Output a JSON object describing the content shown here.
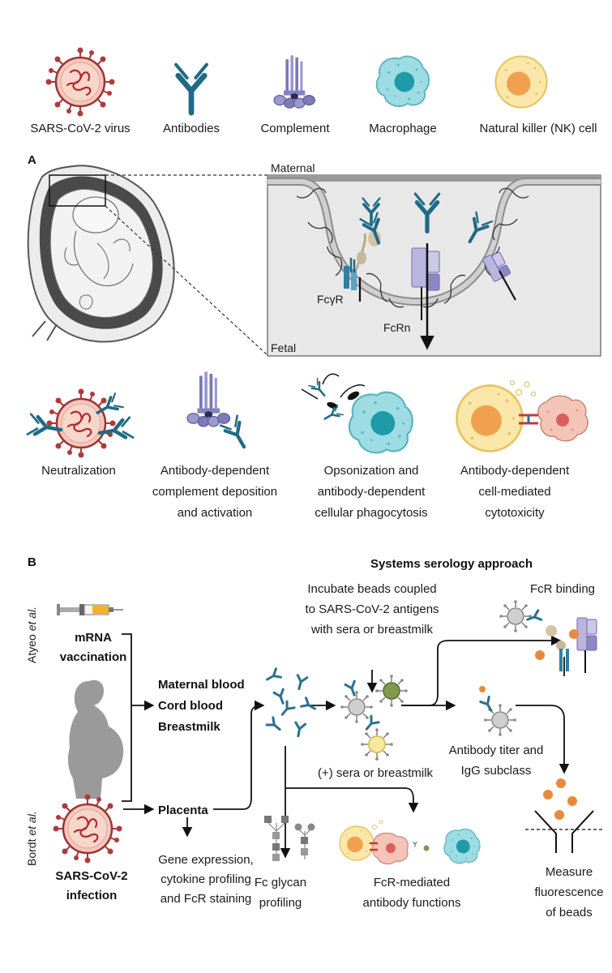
{
  "legend": {
    "virus": "SARS-CoV-2 virus",
    "antibodies": "Antibodies",
    "complement": "Complement",
    "macrophage": "Macrophage",
    "nk": "Natural killer (NK) cell"
  },
  "panel_a": {
    "label": "A",
    "maternal": "Maternal",
    "fetal": "Fetal",
    "fcgr": "FcγR",
    "fcrn": "FcRn",
    "functions": [
      {
        "lines": [
          "Neutralization"
        ]
      },
      {
        "lines": [
          "Antibody-dependent",
          "complement deposition",
          "and activation"
        ]
      },
      {
        "lines": [
          "Opsonization and",
          "antibody-dependent",
          "cellular phagocytosis"
        ]
      },
      {
        "lines": [
          "Antibody-dependent",
          "cell-mediated",
          "cytotoxicity"
        ]
      }
    ]
  },
  "panel_b": {
    "label": "B",
    "title": "Systems serology approach",
    "atyeo_name": "Atyeo",
    "atyeo_etal": "et al.",
    "bordt_name": "Bordt",
    "bordt_etal": "et al.",
    "mrna": [
      "mRNA",
      "vaccination"
    ],
    "infection": [
      "SARS-CoV-2",
      "infection"
    ],
    "samples": [
      "Maternal blood",
      "Cord blood",
      "Breastmilk"
    ],
    "placenta": "Placenta",
    "gene_expression": [
      "Gene expression,",
      "cytokine profiling",
      "and FcR staining"
    ],
    "incubate": [
      "Incubate beads coupled",
      "to SARS-CoV-2 antigens",
      "with sera or breastmilk"
    ],
    "plus_sera": "(+) sera or breastmilk",
    "fcr_binding": "FcR binding",
    "titer": [
      "Antibody titer and",
      "IgG subclass"
    ],
    "glycan": [
      "Fc glycan",
      "profiling"
    ],
    "fcr_functions": [
      "FcR-mediated",
      "antibody functions"
    ],
    "measure": [
      "Measure",
      "fluorescence",
      "of beads"
    ]
  }
}
